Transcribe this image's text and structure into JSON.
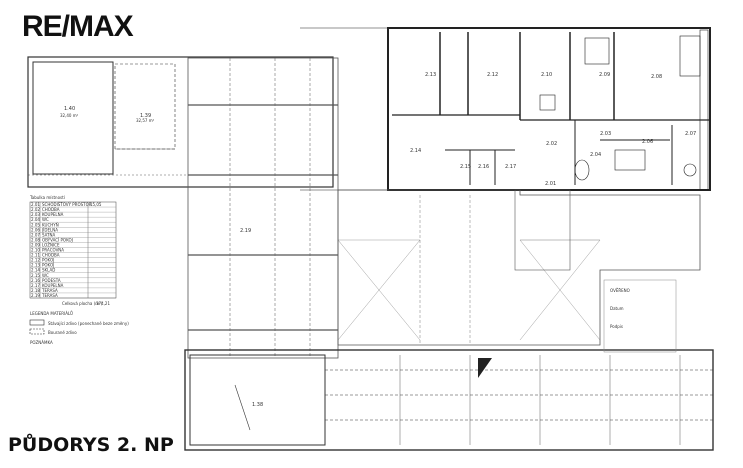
{
  "brand": {
    "logo_text": "RE/MAX"
  },
  "caption": "PŮDORYS 2. NP",
  "rooms": [
    {
      "id": "1.40",
      "area": "32,40 m²"
    },
    {
      "id": "1.39",
      "area": "32,57 m²"
    },
    {
      "id": "2.19",
      "area": ""
    },
    {
      "id": "2.13",
      "area": ""
    },
    {
      "id": "2.12",
      "area": ""
    },
    {
      "id": "2.10",
      "area": ""
    },
    {
      "id": "2.09",
      "area": ""
    },
    {
      "id": "2.08",
      "area": ""
    },
    {
      "id": "2.14",
      "area": ""
    },
    {
      "id": "2.15",
      "area": ""
    },
    {
      "id": "2.16",
      "area": ""
    },
    {
      "id": "2.17",
      "area": ""
    },
    {
      "id": "2.02",
      "area": ""
    },
    {
      "id": "2.03",
      "area": ""
    },
    {
      "id": "2.04",
      "area": ""
    },
    {
      "id": "2.06",
      "area": ""
    },
    {
      "id": "2.07",
      "area": ""
    },
    {
      "id": "2.01",
      "area": ""
    },
    {
      "id": "1.38",
      "area": ""
    }
  ],
  "legend_table": {
    "title": "Tabulka místností",
    "rows": [
      {
        "no": "2.01",
        "name": "SCHODIŠŤOVÝ PROSTOR",
        "area": "15,05"
      },
      {
        "no": "2.02",
        "name": "CHODBA",
        "area": ""
      },
      {
        "no": "2.03",
        "name": "KOUPELNA",
        "area": ""
      },
      {
        "no": "2.04",
        "name": "WC",
        "area": ""
      },
      {
        "no": "2.05",
        "name": "KUCHYŇ",
        "area": ""
      },
      {
        "no": "2.06",
        "name": "JÍDELNA",
        "area": ""
      },
      {
        "no": "2.07",
        "name": "ŠATNA",
        "area": ""
      },
      {
        "no": "2.08",
        "name": "OBÝVACÍ POKOJ",
        "area": ""
      },
      {
        "no": "2.09",
        "name": "LOŽNICE",
        "area": ""
      },
      {
        "no": "2.10",
        "name": "PRACOVNA",
        "area": ""
      },
      {
        "no": "2.11",
        "name": "CHODBA",
        "area": ""
      },
      {
        "no": "2.12",
        "name": "POKOJ",
        "area": ""
      },
      {
        "no": "2.13",
        "name": "POKOJ",
        "area": ""
      },
      {
        "no": "2.14",
        "name": "SKLAD",
        "area": ""
      },
      {
        "no": "2.15",
        "name": "WC",
        "area": ""
      },
      {
        "no": "2.16",
        "name": "PODESTA",
        "area": ""
      },
      {
        "no": "2.17",
        "name": "KOUPELNA",
        "area": ""
      },
      {
        "no": "2.18",
        "name": "TERASA",
        "area": ""
      },
      {
        "no": "2.19",
        "name": "TERASA",
        "area": ""
      }
    ],
    "total_label": "Celková plocha (m²)",
    "total_value": "374,21"
  },
  "materials_legend": {
    "title": "LEGENDA MATERIÁLŮ",
    "items": [
      {
        "label": "Stávající zdivo (ponechané beze změny)"
      },
      {
        "label": "Bourané zdivo"
      }
    ]
  },
  "notes": {
    "title": "POZNÁMKA"
  },
  "stamp": {
    "lines": [
      "OVĚŘENO",
      "Datum",
      "Podpis"
    ]
  }
}
